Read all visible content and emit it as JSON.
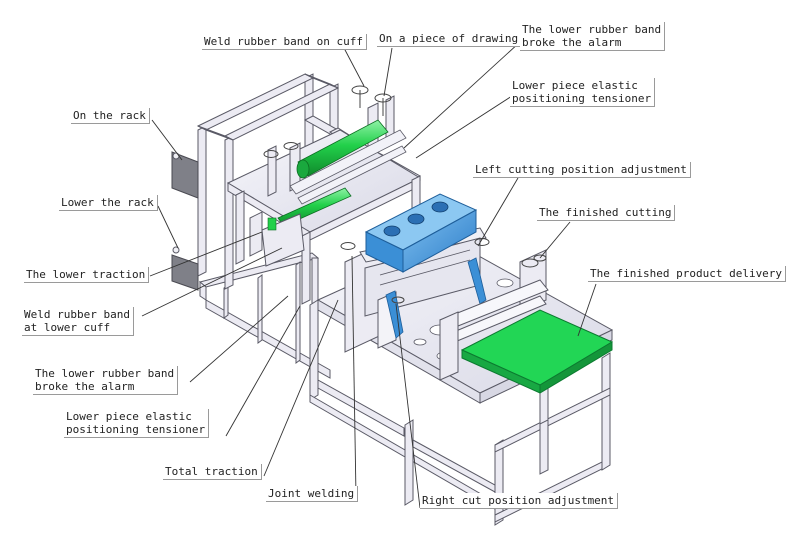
{
  "diagram": {
    "labels": {
      "weld_rubber_band_on_cuff": "Weld rubber band on cuff",
      "on_a_piece_of_drawing": "On a piece of drawing",
      "upper_rubber_band_alarm": "The lower rubber band\nbroke the alarm",
      "upper_elastic_tensioner": "Lower piece elastic\npositioning tensioner",
      "on_the_rack": "On the rack",
      "left_cutting_position_adjustment": "Left cutting position adjustment",
      "lower_the_rack": "Lower the rack",
      "the_finished_cutting": "The finished cutting",
      "the_lower_traction": "The lower traction",
      "the_finished_product_delivery": "The finished product delivery",
      "weld_rubber_band_lower_cuff": "Weld rubber band\nat lower cuff",
      "lower_rubber_band_alarm": "The lower rubber band\nbroke the alarm",
      "lower_elastic_tensioner": "Lower piece elastic\npositioning tensioner",
      "total_traction": "Total traction",
      "joint_welding": "Joint welding",
      "right_cut_position_adjustment": "Right cut position adjustment"
    },
    "colors": {
      "frame_fill": "#ecebf3",
      "frame_stroke": "#5a5a66",
      "roller_green": "#22d04a",
      "conveyor_green": "#22d655",
      "cutter_blue": "#3b8fd6",
      "panel_grey": "#7f8088",
      "leader_line": "#333333"
    }
  }
}
